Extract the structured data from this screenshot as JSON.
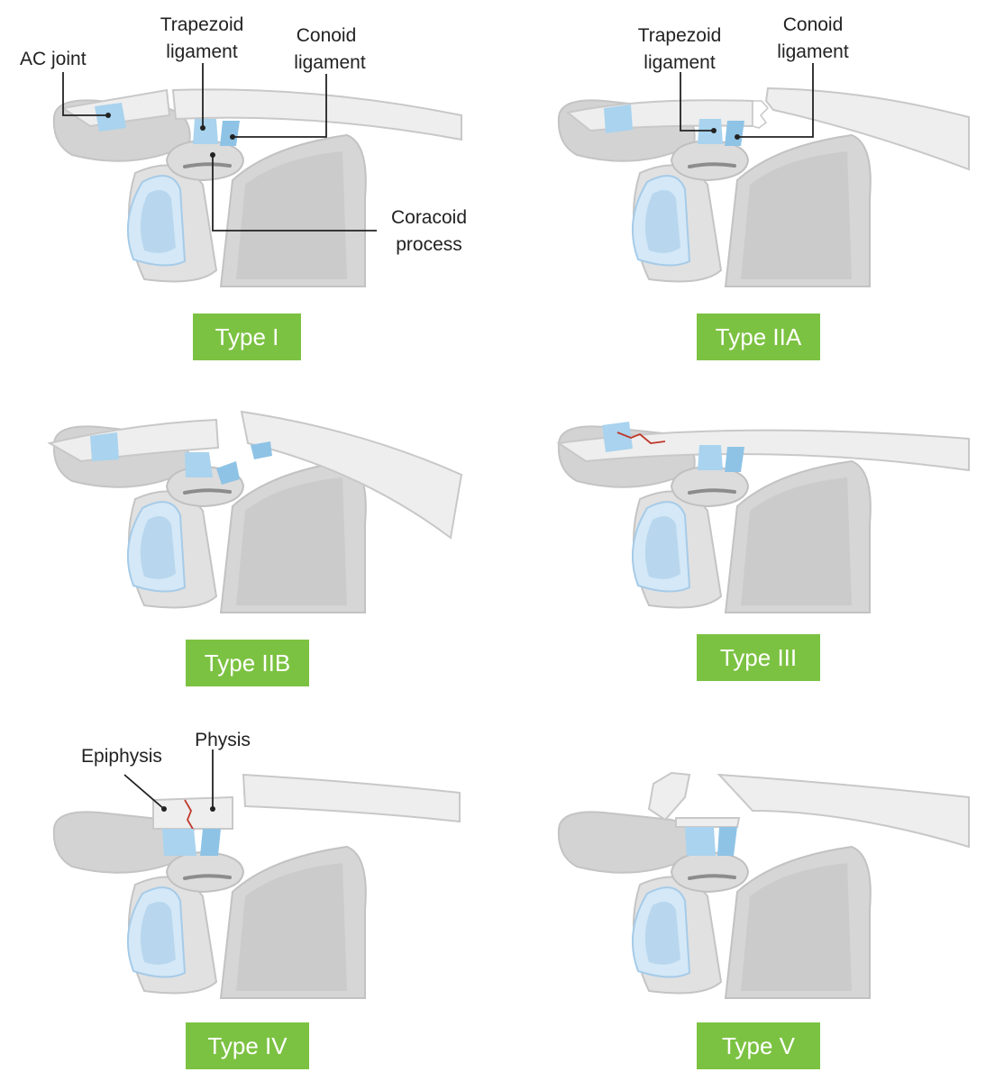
{
  "panels": [
    {
      "id": "type-i",
      "badge": "Type I",
      "labels": {
        "ac_joint": "AC joint",
        "trapezoid_line1": "Trapezoid",
        "trapezoid_line2": "ligament",
        "conoid_line1": "Conoid",
        "conoid_line2": "ligament",
        "coracoid_line1": "Coracoid",
        "coracoid_line2": "process"
      }
    },
    {
      "id": "type-iia",
      "badge": "Type IIA",
      "labels": {
        "trapezoid_line1": "Trapezoid",
        "trapezoid_line2": "ligament",
        "conoid_line1": "Conoid",
        "conoid_line2": "ligament"
      }
    },
    {
      "id": "type-iib",
      "badge": "Type IIB"
    },
    {
      "id": "type-iii",
      "badge": "Type III"
    },
    {
      "id": "type-iv",
      "badge": "Type IV",
      "labels": {
        "epiphysis": "Epiphysis",
        "physis": "Physis"
      }
    },
    {
      "id": "type-v",
      "badge": "Type V"
    }
  ],
  "colors": {
    "badge": "#7cc242",
    "bone": "#e6e6e6",
    "bone_dark": "#cfcfcf",
    "ligament": "#a9d3ee",
    "fracture": "#c0392b",
    "badge_text": "#ffffff"
  }
}
